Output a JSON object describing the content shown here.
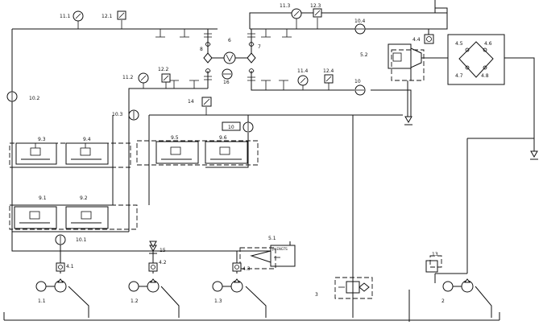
{
  "labels": {
    "l11_1": "11.1",
    "l12_1": "12.1",
    "l11_3": "11.3",
    "l12_3": "12.3",
    "l10_4": "10.4",
    "l4_4": "4.4",
    "l4_5": "4.5",
    "l4_6": "4.6",
    "l4_7": "4.7",
    "l4_8": "4.8",
    "l5_2": "5.2",
    "l6": "6",
    "l7": "7",
    "l8": "8",
    "l16": "16",
    "l11_2": "11.2",
    "l12_2": "12.2",
    "l11_4": "11.4",
    "l12_4": "12.4",
    "l10": "10",
    "l10_2": "10.2",
    "l10_3": "10.3",
    "l14": "14",
    "l10_box": "10",
    "l9_3": "9.3",
    "l9_4": "9.4",
    "l9_5": "9.5",
    "l9_6": "9.6",
    "l9_1": "9.1",
    "l9_2": "9.2",
    "l10_1": "10.1",
    "l4_1": "4.1",
    "l4_2": "4.2",
    "l4_3": "4.3",
    "l15": "15",
    "l5_1": "5.1",
    "l13": "13",
    "l1_1": "1.1",
    "l1_2": "1.2",
    "l1_3": "1.3",
    "l2": "2",
    "l3": "3",
    "tag5_1": "pt ENGTS"
  },
  "colors": {
    "line": "#111111",
    "background": "#ffffff"
  }
}
